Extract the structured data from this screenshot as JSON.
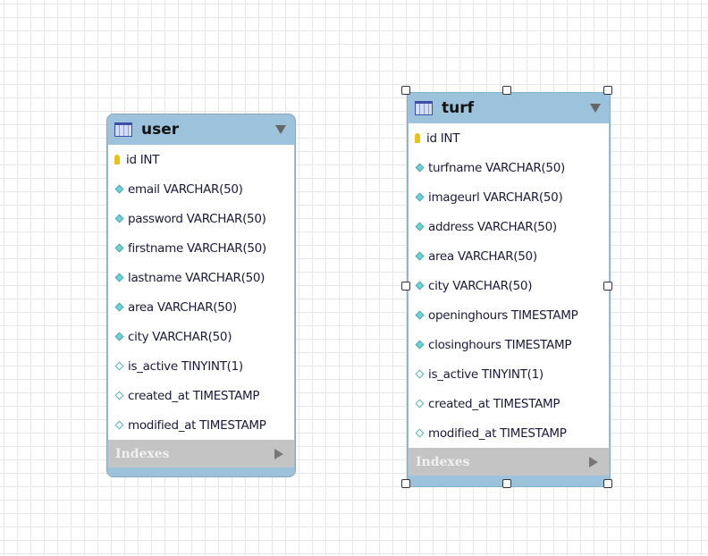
{
  "tables": [
    {
      "name": "user",
      "columns": [
        {
          "text": "id INT",
          "kind": "pk"
        },
        {
          "text": "email VARCHAR(50)",
          "kind": "notnull"
        },
        {
          "text": "password VARCHAR(50)",
          "kind": "notnull"
        },
        {
          "text": "firstname VARCHAR(50)",
          "kind": "notnull"
        },
        {
          "text": "lastname VARCHAR(50)",
          "kind": "notnull"
        },
        {
          "text": "area VARCHAR(50)",
          "kind": "notnull"
        },
        {
          "text": "city VARCHAR(50)",
          "kind": "notnull"
        },
        {
          "text": "is_active TINYINT(1)",
          "kind": "nullable"
        },
        {
          "text": "created_at TIMESTAMP",
          "kind": "nullable"
        },
        {
          "text": "modified_at TIMESTAMP",
          "kind": "nullable"
        }
      ],
      "indexes_label": "Indexes"
    },
    {
      "name": "turf",
      "columns": [
        {
          "text": "id INT",
          "kind": "pk"
        },
        {
          "text": "turfname VARCHAR(50)",
          "kind": "notnull"
        },
        {
          "text": "imageurl VARCHAR(50)",
          "kind": "notnull"
        },
        {
          "text": "address VARCHAR(50)",
          "kind": "notnull"
        },
        {
          "text": "area VARCHAR(50)",
          "kind": "notnull"
        },
        {
          "text": "city VARCHAR(50)",
          "kind": "notnull"
        },
        {
          "text": "openinghours TIMESTAMP",
          "kind": "notnull"
        },
        {
          "text": "closinghours TIMESTAMP",
          "kind": "notnull"
        },
        {
          "text": "is_active TINYINT(1)",
          "kind": "nullable"
        },
        {
          "text": "created_at TIMESTAMP",
          "kind": "nullable"
        },
        {
          "text": "modified_at TIMESTAMP",
          "kind": "nullable"
        }
      ],
      "indexes_label": "Indexes",
      "selected": true
    }
  ]
}
